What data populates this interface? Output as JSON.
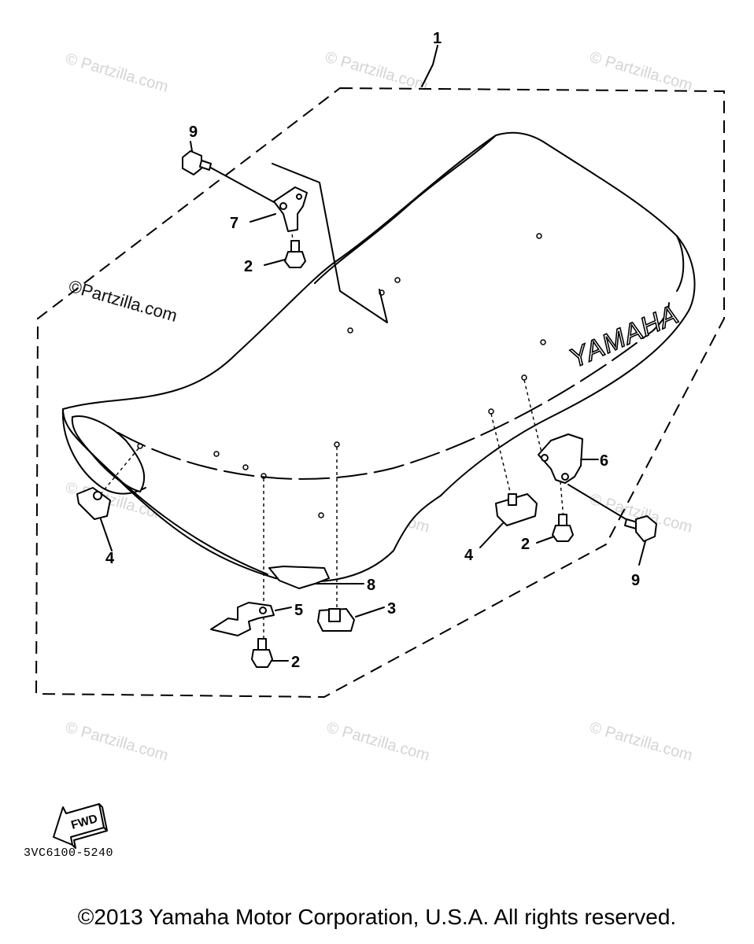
{
  "watermark": {
    "text": "© Partzilla.com",
    "primary_text": "©Partzilla.com"
  },
  "callouts": {
    "c1": "1",
    "c2a": "2",
    "c2b": "2",
    "c2c": "2",
    "c3": "3",
    "c4a": "4",
    "c4b": "4",
    "c5": "5",
    "c6": "6",
    "c7": "7",
    "c8": "8",
    "c9a": "9",
    "c9b": "9"
  },
  "seat_logo": "YAMAHA",
  "fwd_label": "FWD",
  "diagram_code": "3VC6100-5240",
  "copyright": "©2013 Yamaha Motor Corporation, U.S.A. All rights reserved."
}
